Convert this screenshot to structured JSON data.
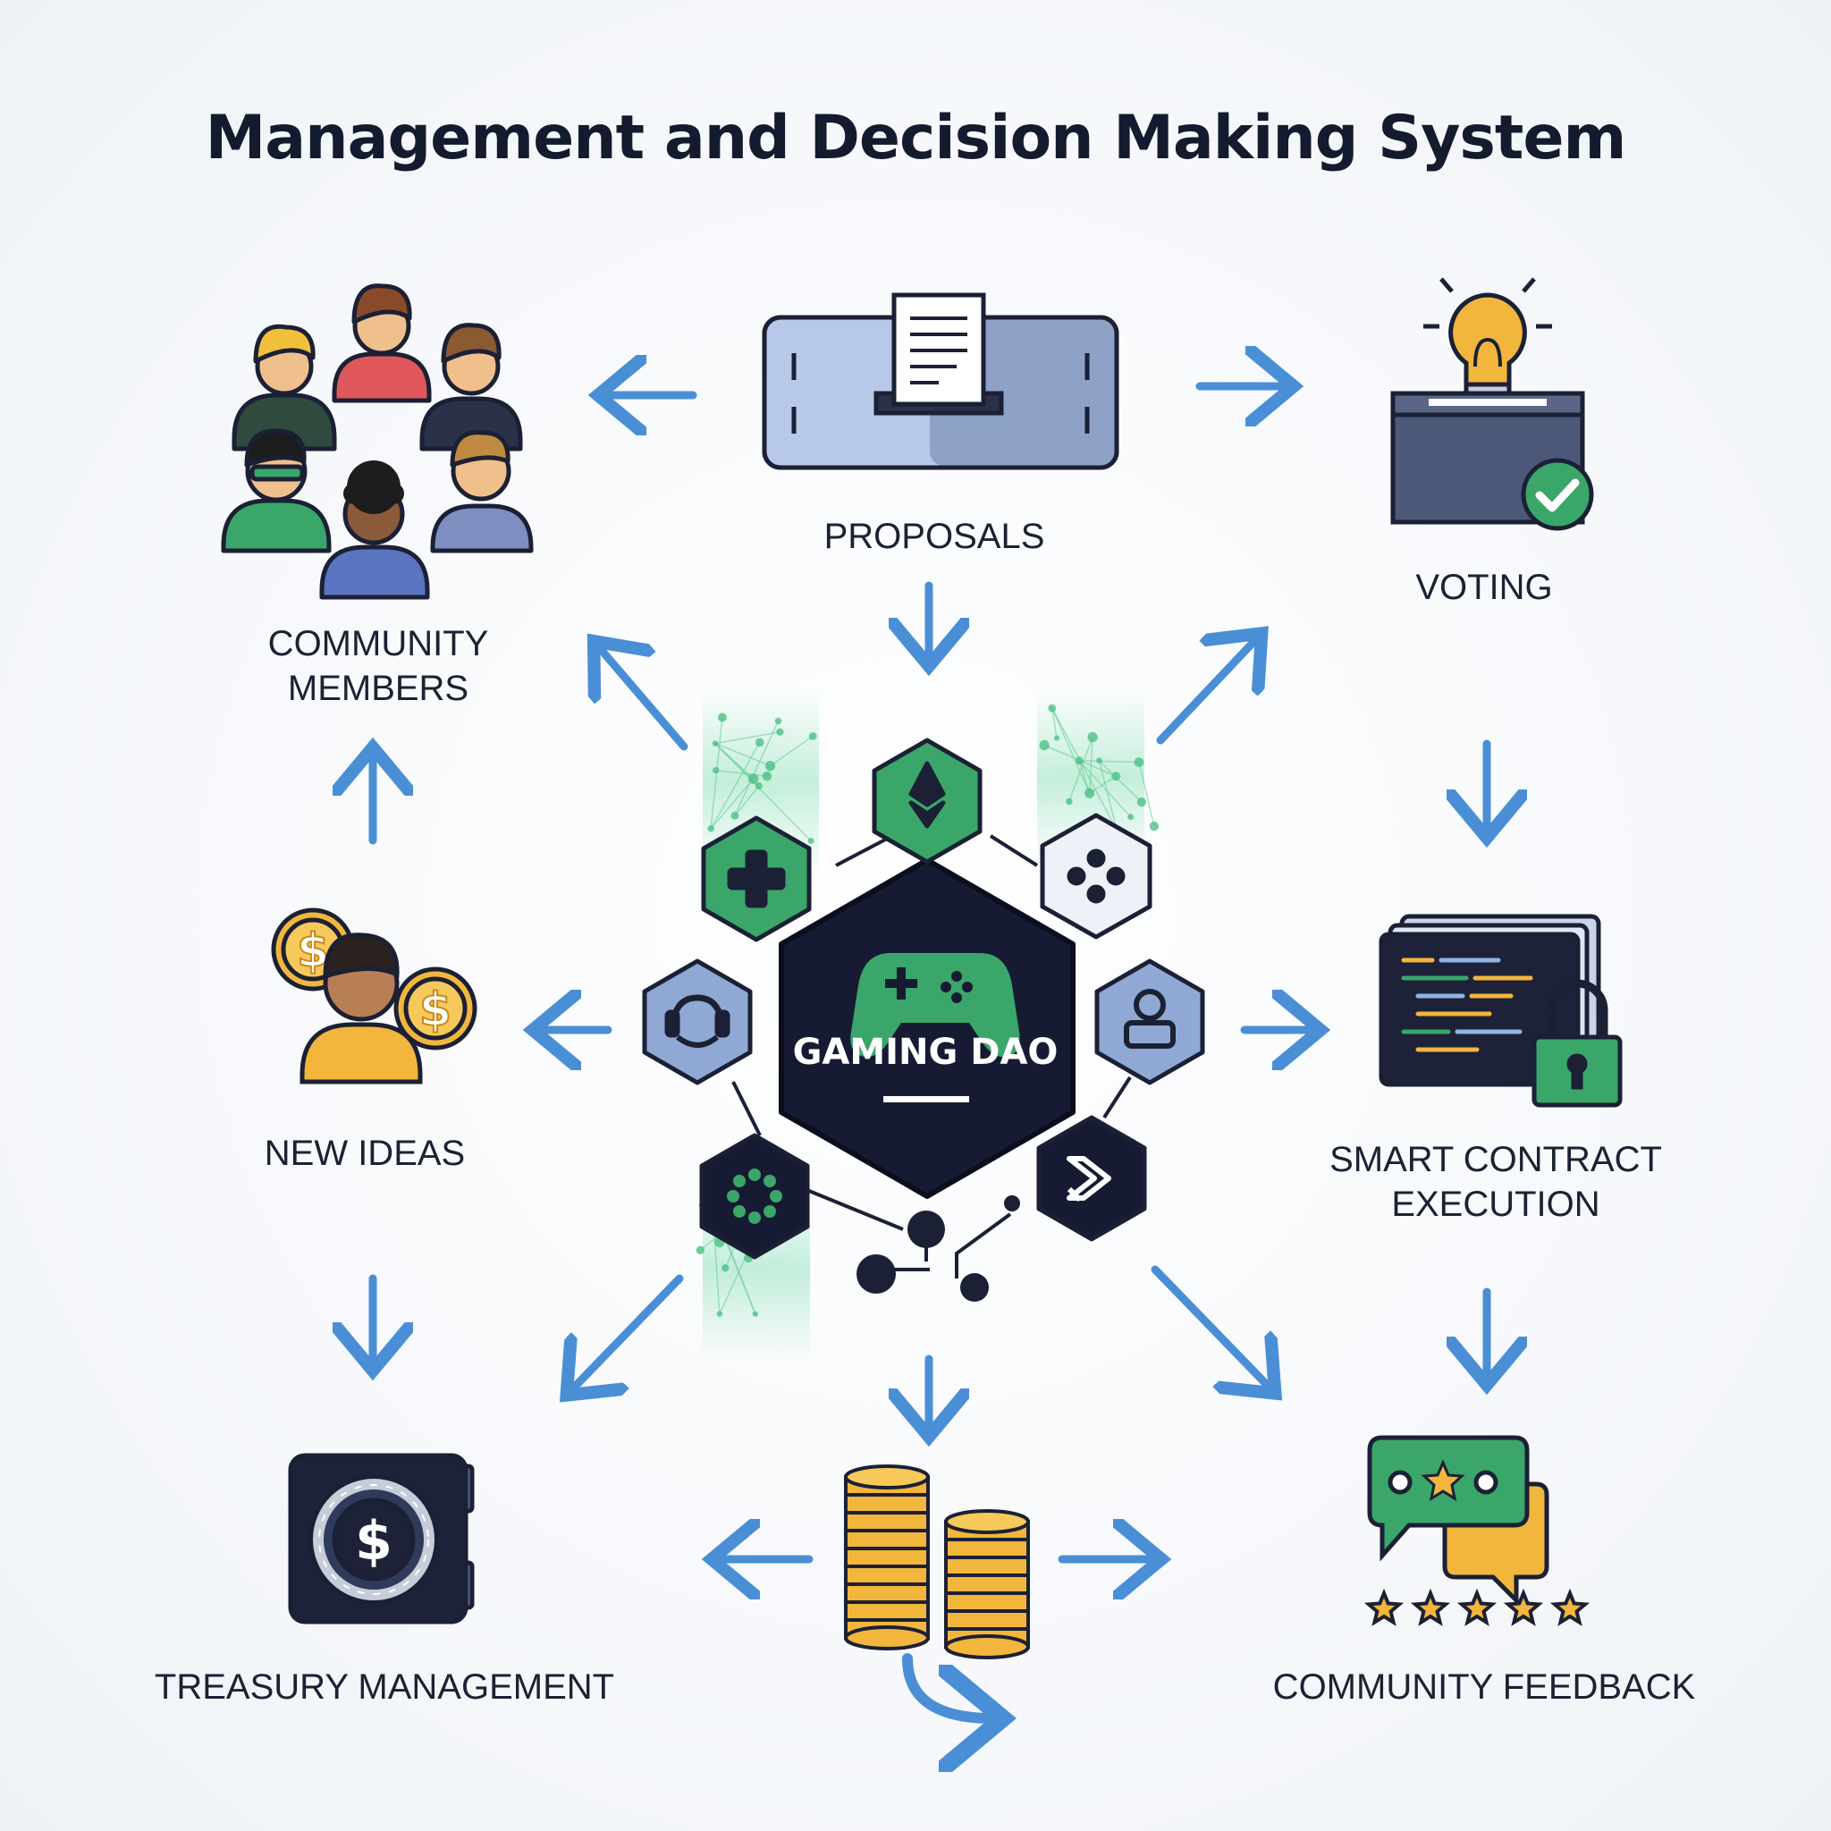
{
  "title": "Management and Decision Making System",
  "nodes": {
    "community_members": {
      "line1": "COMMUNITY",
      "line2": "MEMBERS"
    },
    "proposals": {
      "label": "PROPOSALS"
    },
    "voting": {
      "label": "VOTING"
    },
    "new_ideas": {
      "label": "NEW IDEAS"
    },
    "smart_contract": {
      "line1": "SMART CONTRACT",
      "line2": "EXECUTION"
    },
    "treasury": {
      "label": "TREASURY MANAGEMENT"
    },
    "community_feedback": {
      "label": "COMMUNITY FEEDBACK"
    }
  },
  "hub": {
    "label": "GAMING DAO"
  },
  "colors": {
    "arrow": "#4a8fd6",
    "dark": "#161b33",
    "green": "#3aa66a",
    "light_blue": "#8fa9d4",
    "gold": "#f2b63d"
  },
  "hub_icons": [
    "ethereum-icon",
    "plus-icon",
    "dice-icon",
    "helmet-icon",
    "user-icon",
    "loading-icon",
    "forward-icon"
  ]
}
